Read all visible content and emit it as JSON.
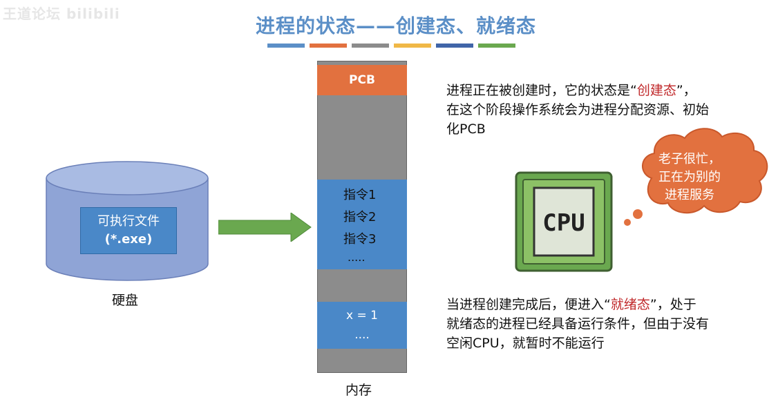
{
  "watermark": "王道论坛 bilibili",
  "title": "进程的状态——创建态、就绪态",
  "title_bar_colors": [
    "#5b8fc7",
    "#e2713f",
    "#8c8c8c",
    "#f0b847",
    "#4065a8",
    "#6aa84f"
  ],
  "disk": {
    "file_name": "可执行文件",
    "file_ext": "(*.exe)",
    "label": "硬盘"
  },
  "memory": {
    "pcb": "PCB",
    "instructions": [
      "指令1",
      "指令2",
      "指令3"
    ],
    "instructions_more": ".....",
    "data_line": "x = 1",
    "data_more": "....",
    "label": "内存"
  },
  "para1": {
    "pre": "进程正在被创建时，它的状态是“",
    "highlight": "创建态",
    "post": "”，在这个阶段操作系统会为进程分配资源、初始化PCB"
  },
  "para2": {
    "pre": "当进程创建完成后，便进入“",
    "highlight": "就绪态",
    "post": "”，处于就绪态的进程已经具备运行条件，但由于没有空闲CPU，就暂时不能运行"
  },
  "cpu_label": "CPU",
  "cloud_lines": [
    "老子很忙，",
    "正在为别的",
    "进程服务"
  ],
  "colors": {
    "title": "#5b8fc7",
    "pcb": "#e2713f",
    "block": "#4a88c8",
    "memory": "#8c8c8c",
    "arrow": "#6aa84f",
    "highlight": "#c0282a",
    "cloud": "#e2713f",
    "cpu_frame": "#6aa84f"
  }
}
